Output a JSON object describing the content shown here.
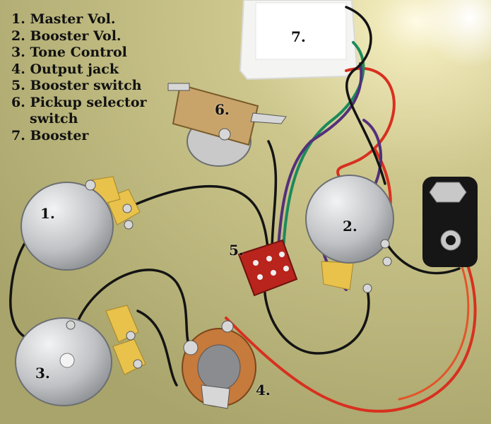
{
  "legend": [
    "1. Master Vol.",
    "2. Booster Vol.",
    "3. Tone Control",
    "4. Output jack",
    "5. Booster switch",
    "6. Pickup selector",
    "switch",
    "7. Booster"
  ],
  "callouts": {
    "master_vol": "1.",
    "booster_vol": "2.",
    "tone_control": "3.",
    "output_jack": "4.",
    "booster_switch": "5.",
    "pickup_selector": "6.",
    "booster": "7."
  },
  "colors": {
    "board": "#c9c48a",
    "wire_black": "#141414",
    "wire_red": "#d8301f",
    "wire_green": "#1c8a5c",
    "wire_purple": "#53307a",
    "pot_body": "#bfc1c4",
    "solder_tab": "#e8c24b",
    "switch_pcb": "#b9241c"
  }
}
